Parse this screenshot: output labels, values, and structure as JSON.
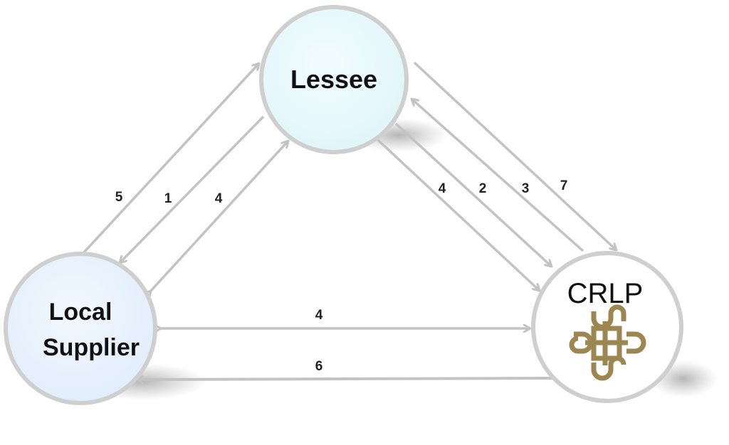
{
  "nodes": {
    "lessee": {
      "label": "Lessee"
    },
    "supplier": {
      "label_line1": "Local",
      "label_line2": "Supplier"
    },
    "crlp": {
      "label": "CRLP",
      "logo_icon": "crlp-knot-logo"
    }
  },
  "edges": {
    "e5": {
      "label": "5",
      "from": "Local Supplier",
      "to": "Lessee"
    },
    "e1": {
      "label": "1",
      "from": "Lessee",
      "to": "Local Supplier"
    },
    "e4a": {
      "label": "4",
      "from": "Lessee",
      "to": "Local Supplier",
      "bidirectional": true
    },
    "e4b": {
      "label": "4",
      "from": "Lessee",
      "to": "CRLP",
      "bidirectional": true
    },
    "e2": {
      "label": "2",
      "from": "Lessee",
      "to": "CRLP"
    },
    "e3": {
      "label": "3",
      "from": "CRLP",
      "to": "Lessee"
    },
    "e7": {
      "label": "7",
      "from": "Lessee",
      "to": "CRLP"
    },
    "e4c": {
      "label": "4",
      "from": "Local Supplier",
      "to": "CRLP",
      "bidirectional": true
    },
    "e6": {
      "label": "6",
      "from": "CRLP",
      "to": "Local Supplier"
    }
  },
  "colors": {
    "node_border": "#cfcfcf",
    "lessee_fill": "#e6f8fb",
    "supplier_fill": "#e8f2fd",
    "crlp_fill": "#ffffff",
    "arrow": "#c3c3c3",
    "logo_gold": "#9c8752"
  }
}
